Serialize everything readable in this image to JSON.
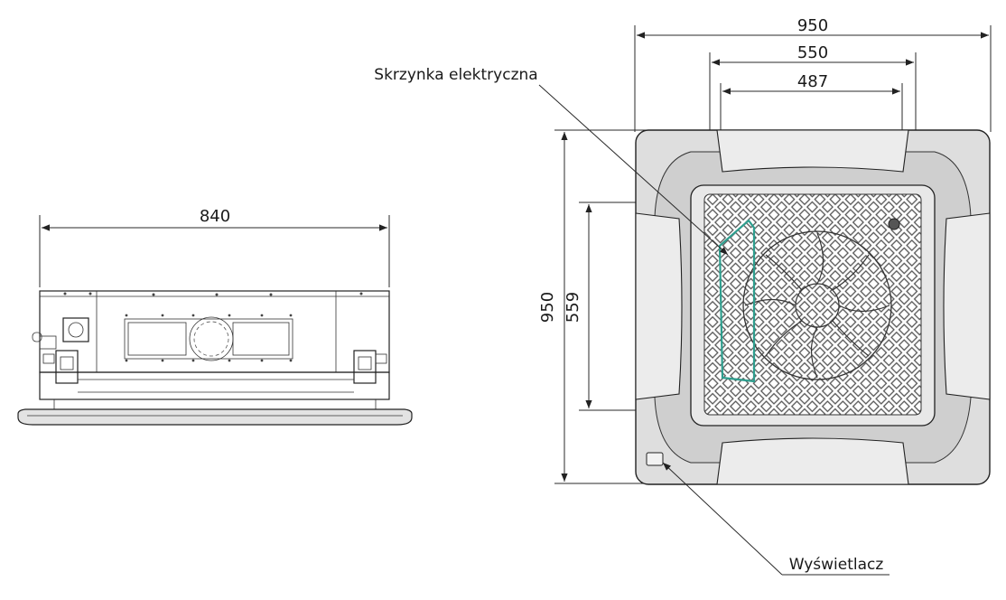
{
  "side_view": {
    "width_label": "840"
  },
  "top_view": {
    "dim_outer_width": "950",
    "dim_mid_width": "550",
    "dim_inner_width": "487",
    "dim_outer_height": "950",
    "dim_inner_height": "559"
  },
  "callouts": {
    "electrical_box": "Skrzynka elektryczna",
    "display": "Wyświetlacz"
  },
  "colors": {
    "line": "#2a2a2a",
    "electrical_box_outline": "#2e9e8e",
    "panel_fill": "#d9d9d9",
    "grille_fill": "#c9c9c9"
  }
}
